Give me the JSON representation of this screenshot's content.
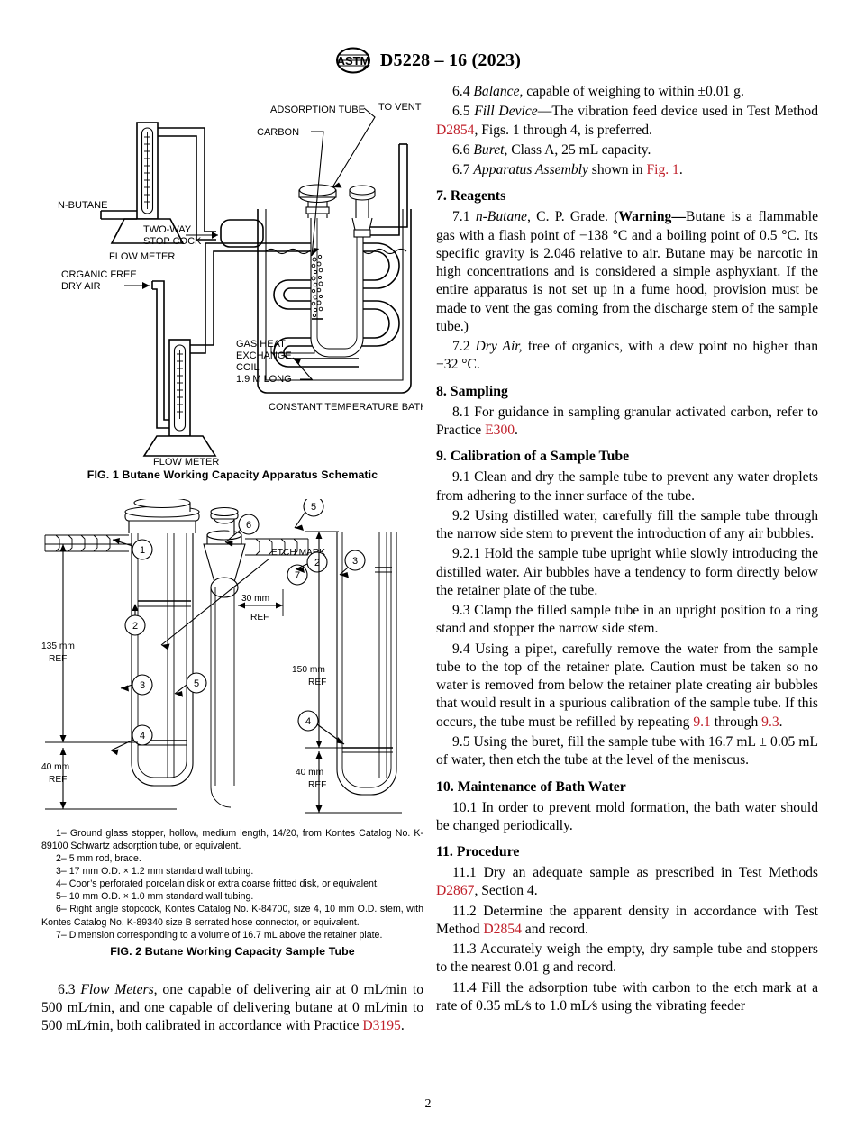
{
  "header": {
    "logo_alt": "ASTM",
    "designation": "D5228 – 16 (2023)"
  },
  "page_number": "2",
  "figure1": {
    "caption": "FIG. 1  Butane Working Capacity Apparatus Schematic",
    "labels": {
      "n_butane": "N-BUTANE",
      "flow_meter_top": "FLOW METER",
      "flow_meter_bottom": "FLOW METER",
      "two_way": "TWO-WAY",
      "stop_cock": "STOP COCK",
      "organic_free": "ORGANIC FREE",
      "dry_air": "DRY AIR",
      "gas_heat": "GAS HEAT",
      "exchange": "EXCHANGE",
      "coil": "COIL",
      "coil_len": "1.9 M LONG",
      "adsorption_tube": "ADSORPTION TUBE",
      "carbon": "CARBON",
      "to_vent": "TO VENT",
      "bath": "CONSTANT TEMPERATURE BATH"
    }
  },
  "figure2": {
    "caption": "FIG. 2  Butane Working Capacity Sample Tube",
    "labels": {
      "etch_mark": "ETCH MARK",
      "dim_30": "30 mm",
      "dim_30_ref": "REF",
      "dim_135": "135 mm",
      "dim_135_ref": "REF",
      "dim_40_left": "40 mm",
      "dim_40_left_ref": "REF",
      "dim_150": "150 mm",
      "dim_150_ref": "REF",
      "dim_40_right": "40 mm",
      "dim_40_right_ref": "REF"
    },
    "callouts": [
      "1",
      "2",
      "3",
      "4",
      "5",
      "6",
      "7"
    ],
    "notes": [
      {
        "num": "1–",
        "text": "Ground glass stopper, hollow, medium length, 14/20, from Kontes Catalog No. K-89100 Schwartz adsorption tube, or equivalent."
      },
      {
        "num": "2–",
        "text": "5 mm rod, brace."
      },
      {
        "num": "3–",
        "text": "17 mm O.D. × 1.2 mm standard wall tubing."
      },
      {
        "num": "4–",
        "text": "Coor’s perforated porcelain disk or extra coarse fritted disk, or equivalent."
      },
      {
        "num": "5–",
        "text": "10 mm O.D. × 1.0 mm standard wall tubing."
      },
      {
        "num": "6–",
        "text": "Right angle stopcock, Kontes Catalog No. K-84700, size 4, 10 mm O.D. stem, with Kontes Catalog No. K-89340 size B serrated hose connector, or equivalent."
      },
      {
        "num": "7–",
        "text": "Dimension corresponding to a volume of 16.7 mL above the retainer plate."
      }
    ]
  },
  "left_column": {
    "para_6_3": {
      "num": "6.3",
      "title": "Flow Meters,",
      "body_1": " one capable of delivering air at 0 mL∕min to 500 mL∕min, and one capable of delivering butane at 0 mL∕min to 500 mL∕min, both calibrated in accordance with Practice ",
      "ref": "D3195",
      "body_2": "."
    }
  },
  "right_column": {
    "para_6_4": {
      "num": "6.4",
      "title": "Balance,",
      "body": " capable of weighing to within ±0.01 g."
    },
    "para_6_5": {
      "num": "6.5",
      "title": "Fill Device",
      "body_1": "—The vibration feed device used in Test Method ",
      "ref": "D2854",
      "body_2": ", Figs. 1 through 4, is preferred."
    },
    "para_6_6": {
      "num": "6.6",
      "title": "Buret,",
      "body": " Class A, 25 mL capacity."
    },
    "para_6_7": {
      "num": "6.7",
      "title": "Apparatus Assembly",
      "body_1": " shown in ",
      "ref": "Fig. 1",
      "body_2": "."
    },
    "section_7": "7.  Reagents",
    "para_7_1": {
      "num": "7.1",
      "title": "n-Butane,",
      "body_1": " C. P. Grade. (",
      "warning": "Warning—",
      "body_2": "Butane is a flammable gas with a flash point of −138 °C and a boiling point of 0.5 °C. Its specific gravity is 2.046 relative to air. Butane may be narcotic in high concentrations and is considered a simple asphyxiant. If the entire apparatus is not set up in a fume hood, provision must be made to vent the gas coming from the discharge stem of the sample tube.)"
    },
    "para_7_2": {
      "num": "7.2",
      "title": "Dry Air,",
      "body": " free of organics, with a dew point no higher than −32 °C."
    },
    "section_8": "8.  Sampling",
    "para_8_1": {
      "num": "8.1",
      "body_1": " For guidance in sampling granular activated carbon, refer to Practice ",
      "ref": "E300",
      "body_2": "."
    },
    "section_9": "9.  Calibration of a Sample Tube",
    "para_9_1": {
      "num": "9.1",
      "body": " Clean and dry the sample tube to prevent any water droplets from adhering to the inner surface of the tube."
    },
    "para_9_2": {
      "num": "9.2",
      "body": " Using distilled water, carefully fill the sample tube through the narrow side stem to prevent the introduction of any air bubbles."
    },
    "para_9_2_1": {
      "num": "9.2.1",
      "body": " Hold the sample tube upright while slowly introducing the distilled water. Air bubbles have a tendency to form directly below the retainer plate of the tube."
    },
    "para_9_3": {
      "num": "9.3",
      "body": " Clamp the filled sample tube in an upright position to a ring stand and stopper the narrow side stem."
    },
    "para_9_4": {
      "num": "9.4",
      "body_1": " Using a pipet, carefully remove the water from the sample tube to the top of the retainer plate. Caution must be taken so no water is removed from below the retainer plate creating air bubbles that would result in a spurious calibration of the sample tube. If this occurs, the tube must be refilled by repeating ",
      "ref_1": "9.1",
      "body_2": " through ",
      "ref_2": "9.3",
      "body_3": "."
    },
    "para_9_5": {
      "num": "9.5",
      "body": " Using the buret, fill the sample tube with 16.7 mL ± 0.05 mL of water, then etch the tube at the level of the meniscus."
    },
    "section_10": "10.  Maintenance of Bath Water",
    "para_10_1": {
      "num": "10.1",
      "body": " In order to prevent mold formation, the bath water should be changed periodically."
    },
    "section_11": "11.  Procedure",
    "para_11_1": {
      "num": "11.1",
      "body_1": " Dry an adequate sample as prescribed in Test Methods ",
      "ref": "D2867",
      "body_2": ", Section 4."
    },
    "para_11_2": {
      "num": "11.2",
      "body_1": " Determine the apparent density in accordance with Test Method ",
      "ref": "D2854",
      "body_2": " and record."
    },
    "para_11_3": {
      "num": "11.3",
      "body": " Accurately weigh the empty, dry sample tube and stoppers to the nearest 0.01 g and record."
    },
    "para_11_4": {
      "num": "11.4",
      "body": " Fill the adsorption tube with carbon to the etch mark at a rate of 0.35 mL∕s to 1.0 mL∕s using the vibrating feeder"
    }
  },
  "colors": {
    "reference_link": "#c0202a",
    "text": "#000000",
    "background": "#ffffff"
  }
}
